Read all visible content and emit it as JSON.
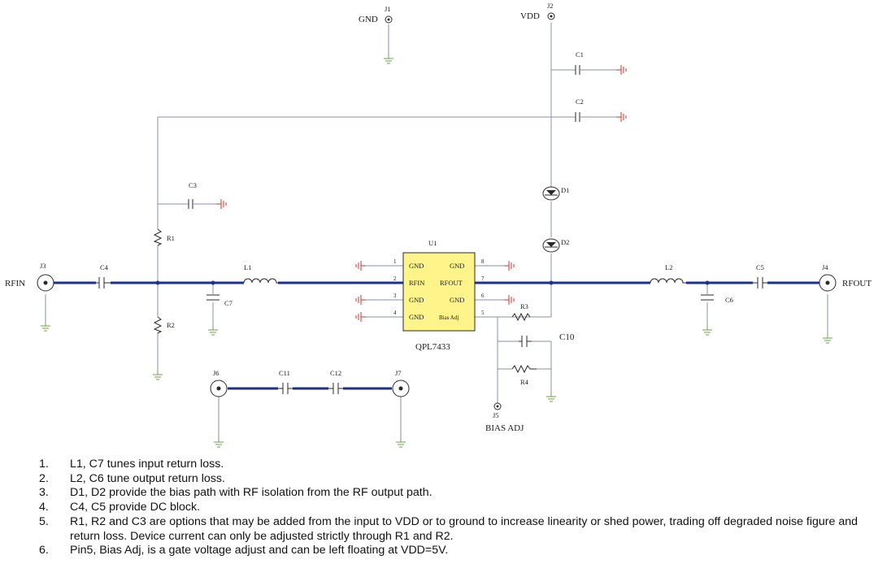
{
  "labels": {
    "j1": "J1",
    "gnd": "GND",
    "j2": "J2",
    "vdd": "VDD",
    "c1": "C1",
    "c2": "C2",
    "c3": "C3",
    "c4": "C4",
    "c5": "C5",
    "c6": "C6",
    "c7": "C7",
    "c10": "C10",
    "c11": "C11",
    "c12": "C12",
    "d1": "D1",
    "d2": "D2",
    "r1": "R1",
    "r2": "R2",
    "r3": "R3",
    "r4": "R4",
    "l1": "L1",
    "l2": "L2",
    "u1": "U1",
    "part": "QPL7433",
    "j3": "J3",
    "rfin": "RFIN",
    "j4": "J4",
    "rfout": "RFOUT",
    "j5": "J5",
    "bias_adj": "BIAS ADJ",
    "j6": "J6",
    "j7": "J7"
  },
  "ic_pins": {
    "left": [
      {
        "num": "1",
        "name": "GND"
      },
      {
        "num": "2",
        "name": "RFIN"
      },
      {
        "num": "3",
        "name": "GND"
      },
      {
        "num": "4",
        "name": "GND"
      }
    ],
    "right": [
      {
        "num": "8",
        "name": "GND"
      },
      {
        "num": "7",
        "name": "RFOUT"
      },
      {
        "num": "6",
        "name": "GND"
      },
      {
        "num": "5",
        "name": "Bias Adj"
      }
    ]
  },
  "notes": [
    {
      "num": "1.",
      "text": "L1, C7 tunes input return loss."
    },
    {
      "num": "2.",
      "text": "L2, C6 tune output return loss."
    },
    {
      "num": "3.",
      "text": "D1, D2 provide the bias path with RF isolation from the RF output path."
    },
    {
      "num": "4.",
      "text": "C4, C5 provide DC block."
    },
    {
      "num": "5.",
      "text": "R1, R2 and C3 are options that may be added from the input to VDD or to ground to increase linearity or shed power, trading off degraded noise figure and return loss. Device current can only be adjusted strictly through R1 and R2."
    },
    {
      "num": "6.",
      "text": "Pin5, Bias Adj, is a gate voltage adjust and can be left floating at VDD=5V."
    }
  ],
  "colors": {
    "wire": "#8a8fb0",
    "rf_trace": "#1f2f8c",
    "ic_fill": "#fff48a",
    "ground": "#6aa04a",
    "ground_alt": "#c0392b"
  }
}
